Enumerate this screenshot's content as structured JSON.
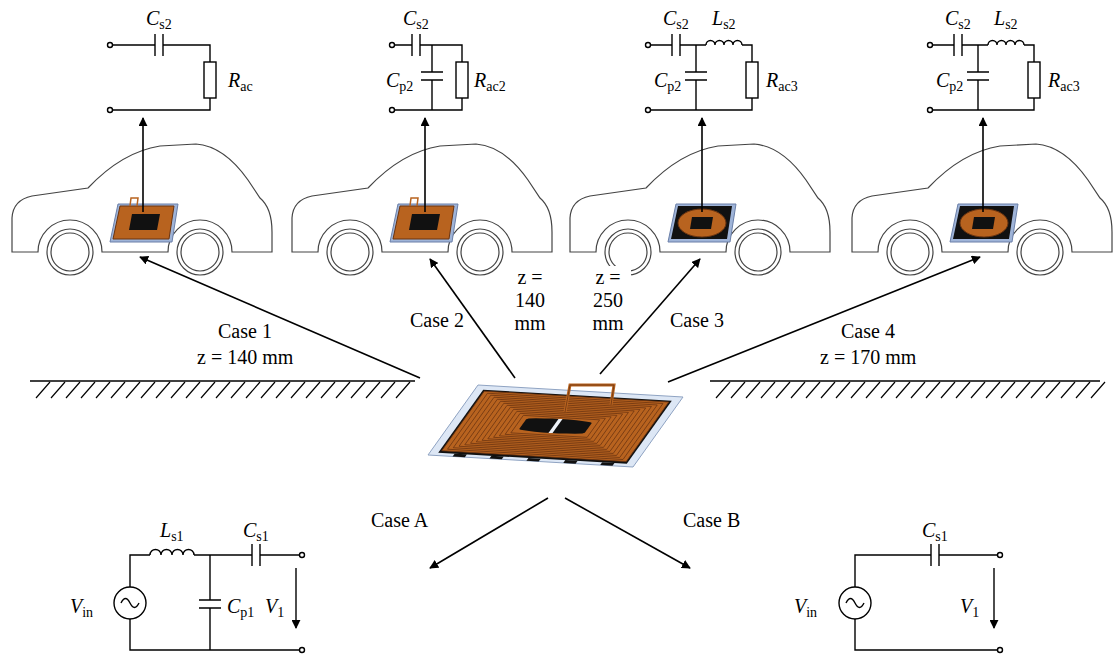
{
  "diagram": {
    "labels": [
      "Cs2",
      "Rac",
      "Cs2",
      "Cp2",
      "Rac2",
      "Cs2",
      "Ls2",
      "Cp2",
      "Rac3",
      "Cs2",
      "Ls2",
      "Cp2",
      "Rac3",
      "Case 1",
      "z = 140 mm",
      "Case 2",
      "z = 140 mm",
      "z = 250 mm",
      "Case 3",
      "Case 4",
      "z = 170 mm",
      "Case A",
      "Case B",
      "Vin",
      "Ls1",
      "Cs1",
      "Cp1",
      "V1",
      "Vin",
      "Cs1",
      "V1"
    ]
  }
}
